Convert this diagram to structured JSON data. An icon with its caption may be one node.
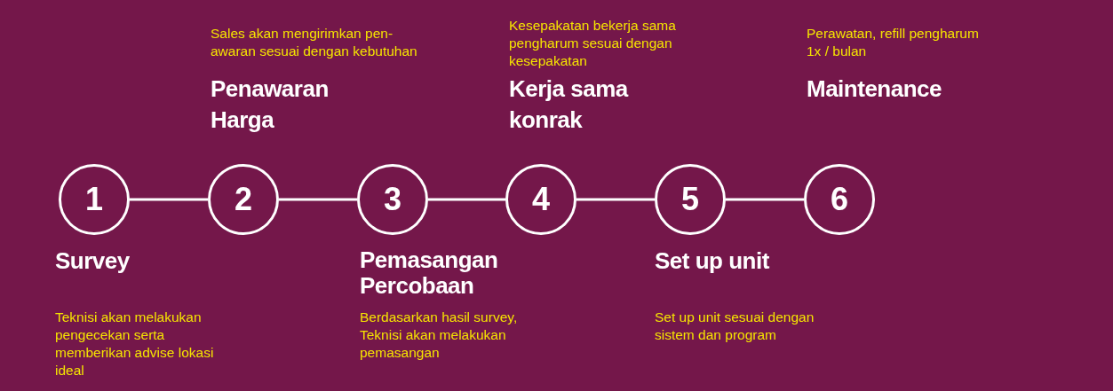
{
  "diagram": {
    "nodes": [
      {
        "text": [
          "1"
        ],
        "beside": [
          "Survey",
          "Teknisi akan melakukan pengecekan serta memberikan advise lokasi ideal"
        ]
      },
      {
        "text": [
          "2"
        ],
        "beside": [
          "Sales akan mengirimkan pen- awaran sesuai dengan kebutuhan",
          "Penawaran Harga"
        ]
      },
      {
        "text": [
          "3"
        ],
        "beside": [
          "Pemasangan Percobaan",
          "Berdasarkan hasil survey, Teknisi akan melakukan pemasangan"
        ]
      },
      {
        "text": [
          "4"
        ],
        "beside": [
          "Kesepakatan bekerja sama pengharum sesuai dengan kesepakatan",
          "Kerja sama konrak"
        ]
      },
      {
        "text": [
          "5"
        ],
        "beside": [
          "Set up unit",
          "Set up unit sesuai dengan sistem dan program"
        ]
      },
      {
        "text": [
          "6"
        ],
        "beside": [
          "Perawatan, refill pengharum 1x / bulan",
          "Maintenance"
        ]
      }
    ],
    "edges": [
      {
        "from": 0,
        "to": 1,
        "arrow": "none"
      },
      {
        "from": 1,
        "to": 2,
        "arrow": "none"
      },
      {
        "from": 2,
        "to": 3,
        "arrow": "none"
      },
      {
        "from": 3,
        "to": 4,
        "arrow": "none"
      },
      {
        "from": 4,
        "to": 5,
        "arrow": "none"
      }
    ]
  }
}
